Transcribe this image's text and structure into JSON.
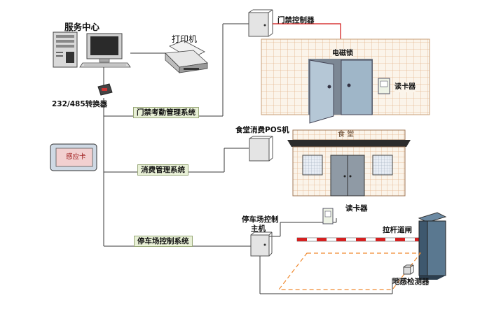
{
  "labels": {
    "service_center": "服务中心",
    "printer": "打印机",
    "converter": "232/485转换器",
    "access_system": "门禁考勤管理系统",
    "access_controller": "门禁控制器",
    "magnetic_lock": "电磁锁",
    "card_reader_door": "读卡器",
    "canteen_pos": "食堂消费POS机",
    "canteen_sign": "食 堂",
    "consumption_system": "消费管理系统",
    "sensor_card": "感应卡",
    "parking_controller_line1": "停车场控制",
    "parking_controller_line2": "主机",
    "card_reader_parking": "读卡器",
    "barrier_gate": "拉杆道闸",
    "parking_system": "停车场控制系统",
    "ground_sensor": "地感检测器"
  },
  "colors": {
    "connection_line": "#3a3a3a",
    "red_wire": "#d01010",
    "grid_line": "#e3b48c",
    "grid_bg": "#fbf4ea",
    "door": "#9fb6c8",
    "label_bg": "#e8f0d6",
    "barrier_red": "#d42020",
    "parking_outline": "#f08a30"
  }
}
